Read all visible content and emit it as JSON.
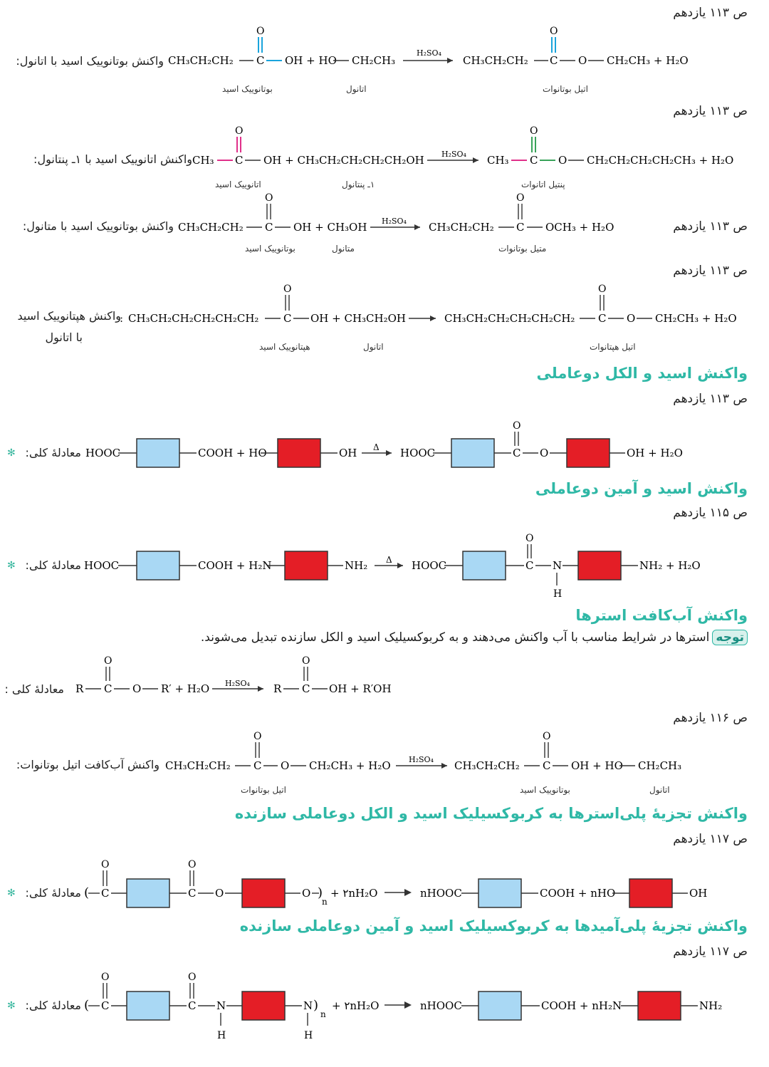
{
  "sections": {
    "s1": {
      "page": "ص ۱۱۳ یازدهم",
      "label": "واکنش بوتانوییک اسید با اتانول:",
      "names": [
        "بوتانوییک اسید",
        "اتانول",
        "اتیل بوتانوات"
      ]
    },
    "s2": {
      "page": "ص ۱۱۳ یازدهم",
      "label": "واکنش اتانوییک اسید با ۱ـ پنتانول:",
      "names": [
        "اتانوییک اسید",
        "۱ـ پنتانول",
        "پنتیل اتانوات"
      ]
    },
    "s3": {
      "page": "ص ۱۱۳ یازدهم",
      "label": "واکنش بوتانوییک اسید با متانول:",
      "names": [
        "بوتانوییک اسید",
        "متانول",
        "متیل بوتانوات"
      ]
    },
    "s4": {
      "page": "ص ۱۱۳ یازدهم",
      "label": "واکنش هپتانوییک اسید",
      "label2": "با اتانول",
      "names": [
        "هپتانوییک اسید",
        "اتانول",
        "اتیل هپتانوات"
      ]
    },
    "s5": {
      "title": "واکنش اسید و الکل دوعاملی",
      "page": "ص ۱۱۳ یازدهم",
      "label": "معادلهٔ کلی:"
    },
    "s6": {
      "title": "واکنش اسید و آمین دوعاملی",
      "page": "ص ۱۱۵ یازدهم",
      "label": "معادلهٔ کلی:"
    },
    "s7": {
      "title": "واکنش آب‌کافت استرها",
      "note_tag": "توجه",
      "note": "استرها در شرایط مناسب با آب واکنش می‌دهند و به کربوکسیلیک اسید و الکل سازنده تبدیل می‌شوند.",
      "label": "معادلهٔ کلی :"
    },
    "s8": {
      "page": "ص ۱۱۶ یازدهم",
      "label": "واکنش آب‌کافت اتیل بوتانوات:",
      "names": [
        "اتیل بوتانوات",
        "بوتانوییک اسید",
        "اتانول"
      ]
    },
    "s9": {
      "title": "واکنش تجزیهٔ پلی‌استرها به کربوکسیلیک اسید و الکل دوعاملی سازنده",
      "page": "ص ۱۱۷ یازدهم",
      "label": "معادلهٔ کلی:"
    },
    "s10": {
      "title": "واکنش تجزیهٔ پلی‌آمیدها به کربوکسیلیک اسید و آمین دوعاملی سازنده",
      "page": "ص ۱۱۷ یازدهم",
      "label": "معادلهٔ کلی:"
    }
  },
  "formulas": {
    "e1": [
      "CH₃CH₂CH₂",
      "C",
      "OH + HO",
      "CH₂CH₃",
      "H₂SO₄",
      "CH₃CH₂CH₂",
      "C",
      "O",
      "CH₂CH₃ + H₂O"
    ],
    "e2": [
      "CH₃",
      "C",
      "OH + CH₃CH₂CH₂CH₂CH₂OH",
      "H₂SO₄",
      "CH₃",
      "C",
      "O",
      "CH₂CH₂CH₂CH₂CH₃ + H₂O"
    ],
    "e3": [
      "CH₃CH₂CH₂",
      "C",
      "OH + CH₃OH",
      "H₂SO₄",
      "CH₃CH₂CH₂",
      "C",
      "OCH₃ + H₂O"
    ],
    "e4": [
      "CH₃CH₂CH₂CH₂CH₂CH₂",
      "C",
      "OH + CH₃CH₂OH",
      "CH₃CH₂CH₂CH₂CH₂CH₂",
      "C",
      "O",
      "CH₂CH₃ + H₂O"
    ],
    "e5": [
      "HOOC",
      "COOH + HO",
      "OH",
      "Δ",
      "HOOC",
      "C",
      "O",
      "OH + H₂O"
    ],
    "e6": [
      "HOOC",
      "COOH + H₂N",
      "NH₂",
      "Δ",
      "HOOC",
      "C",
      "N",
      "H",
      "NH₂ + H₂O"
    ],
    "e7": [
      "R",
      "C",
      "O",
      "R′ + H₂O",
      "H₂SO₄",
      "R",
      "C",
      "OH + R′OH"
    ],
    "e8": [
      "CH₃CH₂CH₂",
      "C",
      "O",
      "CH₂CH₃ + H₂O",
      "H₂SO₄",
      "CH₃CH₂CH₂",
      "C",
      "OH + HO",
      "CH₂CH₃"
    ],
    "e9": [
      "(",
      "C",
      "C",
      "O",
      "O",
      ")",
      "n",
      "+ ۲nH₂O",
      "nHOOC",
      "COOH + nHO",
      "OH"
    ],
    "e10": [
      "(",
      "C",
      "C",
      "N",
      "H",
      "N",
      ")",
      "n",
      "H",
      "+ ۲nH₂O",
      "nHOOC",
      "COOH + nH₂N",
      "NH₂"
    ],
    "O": "O"
  }
}
